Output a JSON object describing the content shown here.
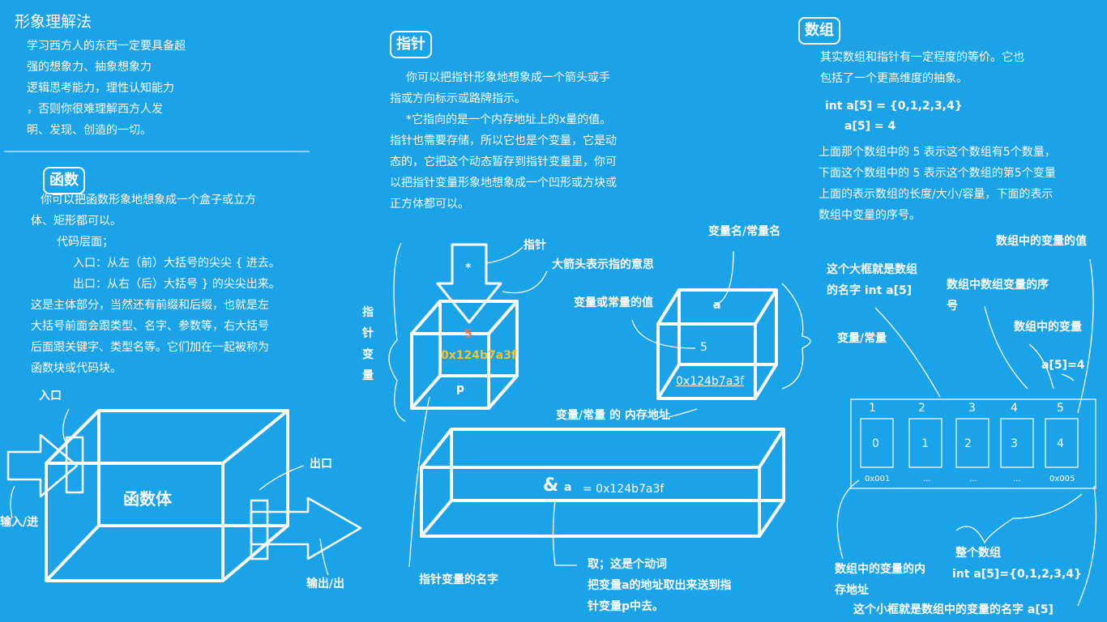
{
  "left": {
    "heading": "形象理解法",
    "intro_lines": [
      "学习西方人的东西一定要具备超",
      "强的想象力、抽象想象力",
      "逻辑思考能力，理性认知能力",
      "，否则你很难理解西方人发",
      "明、发现、创造的一切。"
    ],
    "func_title": "函数",
    "func_lines": [
      "你可以把函数形象地想象成一个盒子或立方",
      "体、矩形都可以。",
      "代码层面；",
      "入口：从左（前）大括号的尖尖 { 进去。",
      "出口：从右（后）大括号 } 的尖尖出来。",
      "这是主体部分，当然还有前缀和后缀，也就是左",
      "大括号前面会跟类型、名字、参数等，右大括号",
      "后面跟关键字、类型名等。它们加在一起被称为",
      "函数块或代码块。"
    ],
    "entry_label": "入口",
    "input_label": "输入/进",
    "box_label": "函数体",
    "exit_label": "出口",
    "output_label": "输出/出"
  },
  "middle": {
    "title": "指针",
    "lines": [
      "你可以把指针形象地想象成一个箭头或手",
      "指或方向标示或路牌指示。",
      "*它指向的是一个内存地址上的x量的值。",
      "指针也需要存储，所以它也是个变量，它是动",
      "态的，它把这个动态暂存到指针变量里，你可",
      "以把指针变量形象地想象成一个凹形或方块或",
      "正方体都可以。"
    ],
    "vertical_label": [
      "指",
      "针",
      "变",
      "量"
    ],
    "star": "*",
    "pointer_label": "指针",
    "arrow_meaning": "大箭头表示指的意思",
    "val5": "5",
    "addr": "0x124b7a3f",
    "p": "p",
    "varname_label": "变量名/常量名",
    "var_value_label": "变量或常量的值",
    "a": "a",
    "five": "5",
    "addr2": "0x124b7a3f",
    "varconst": "变量/常量",
    "mem_addr_label": "变量/常量 的 内存地址",
    "amp": "&",
    "amp_a": "a",
    "amp_eq": "= 0x124b7a3f",
    "ptr_name_label": "指针变量的名字",
    "take_lines": [
      "取；这是个动词",
      "把变量a的地址取出来送到指",
      "针变量p中去。"
    ]
  },
  "right": {
    "title": "数组",
    "intro_lines": [
      "其实数组和指针有一定程度的等价。它也",
      "包括了一个更高维度的抽象。"
    ],
    "code1": "int a[5] = {0,1,2,3,4}",
    "code2": "a[5] = 4",
    "desc_lines": [
      "上面那个数组中的 5 表示这个数组有5个数量，",
      "下面这个数组中的 5 表示这个数组的第5个变量",
      "上面的表示数组的长度/大小/容量，下面的表示",
      "数组中变量的序号。"
    ],
    "var_value_label": "数组中的变量的值",
    "big_box_lines": [
      "这个大框就是数组",
      "的名字  int a[5]"
    ],
    "index_lines": [
      "数组中数组变量的序",
      "号"
    ],
    "var_label": "数组中的变量",
    "a54": "a[5]=4",
    "indices": [
      "1",
      "2",
      "3",
      "4",
      "5"
    ],
    "values": [
      "0",
      "1",
      "2",
      "3",
      "4"
    ],
    "addrs": [
      "0x001",
      "...",
      "...",
      "...",
      "0x005"
    ],
    "mem_lines": [
      "数组中的变量的内",
      "存地址"
    ],
    "whole_lines": [
      "整个数组",
      "int a[5]={0,1,2,3,4}"
    ],
    "small_box": "这个小框就是数组中的变量的名字  a[5]"
  },
  "colors": {
    "background": "#1aa3e8",
    "line": "#ffffff",
    "accent_orange": "#f4734a",
    "accent_yellow": "#f6c22a"
  }
}
